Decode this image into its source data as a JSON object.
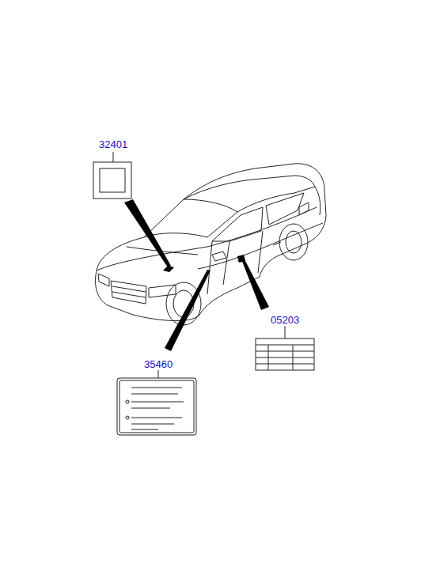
{
  "diagram": {
    "labels": [
      "32401",
      "35460",
      "05203"
    ]
  }
}
